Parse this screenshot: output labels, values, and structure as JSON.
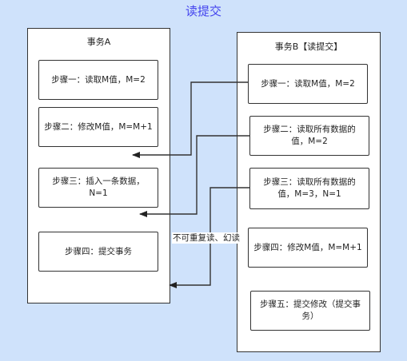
{
  "title": "读提交",
  "transaction_a": {
    "title": "事务A",
    "steps": [
      "步骤一：读取M值，M=2",
      "步骤二：修改M值，M=M+1",
      "步骤三：插入一条数据，N=1",
      "步骤四：提交事务"
    ]
  },
  "transaction_b": {
    "title": "事务B【读提交】",
    "steps": [
      "步骤一：读取M值，M=2",
      "步骤二：读取所有数据的值，M=2",
      "步骤三：读取所有数据的值，M=3，N=1",
      "步骤四：修改M值，M=M+1",
      "步骤五：提交修改（提交事务）"
    ]
  },
  "annotation": "不可重复读、幻读",
  "colors": {
    "background": "#cfe2fb",
    "title": "#4444ee",
    "border": "#333333"
  }
}
